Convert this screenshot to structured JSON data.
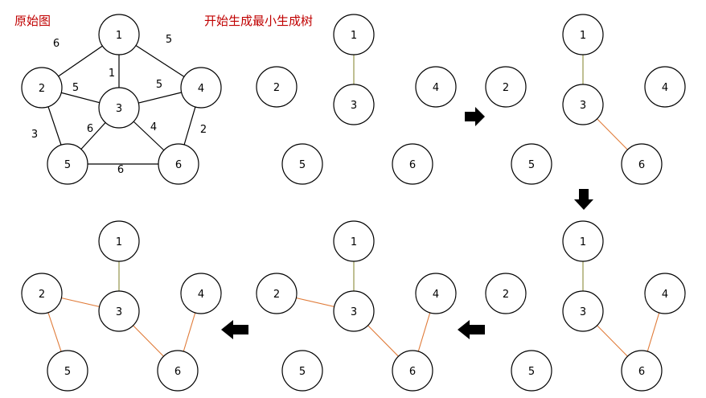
{
  "captions": {
    "original": "原始图",
    "start": "开始生成最小生成树"
  },
  "colors": {
    "edge_original": "#000000",
    "edge_first_step": "#8a8a3a",
    "edge_mst": "#e07b39",
    "arrow": "#000000"
  },
  "original_graph": {
    "nodes": [
      "1",
      "2",
      "3",
      "4",
      "5",
      "6"
    ],
    "edges": [
      {
        "a": "1",
        "b": "2",
        "w": "6"
      },
      {
        "a": "1",
        "b": "3",
        "w": "1"
      },
      {
        "a": "1",
        "b": "4",
        "w": "5"
      },
      {
        "a": "2",
        "b": "3",
        "w": "5"
      },
      {
        "a": "2",
        "b": "5",
        "w": "3"
      },
      {
        "a": "3",
        "b": "4",
        "w": "5"
      },
      {
        "a": "3",
        "b": "5",
        "w": "6"
      },
      {
        "a": "3",
        "b": "6",
        "w": "4"
      },
      {
        "a": "4",
        "b": "6",
        "w": "2"
      },
      {
        "a": "5",
        "b": "6",
        "w": "6"
      }
    ]
  },
  "steps": [
    {
      "step": 1,
      "edges": [
        [
          "1",
          "3"
        ]
      ]
    },
    {
      "step": 2,
      "edges": [
        [
          "1",
          "3"
        ],
        [
          "3",
          "6"
        ]
      ]
    },
    {
      "step": 3,
      "edges": [
        [
          "1",
          "3"
        ],
        [
          "3",
          "6"
        ],
        [
          "4",
          "6"
        ]
      ]
    },
    {
      "step": 4,
      "edges": [
        [
          "1",
          "3"
        ],
        [
          "3",
          "6"
        ],
        [
          "4",
          "6"
        ],
        [
          "2",
          "3"
        ]
      ]
    },
    {
      "step": 5,
      "edges": [
        [
          "1",
          "3"
        ],
        [
          "3",
          "6"
        ],
        [
          "4",
          "6"
        ],
        [
          "2",
          "3"
        ],
        [
          "2",
          "5"
        ]
      ]
    }
  ],
  "arrows": [
    {
      "from_step": 1,
      "to_step": 2,
      "direction": "right"
    },
    {
      "from_step": 2,
      "to_step": 3,
      "direction": "down"
    },
    {
      "from_step": 3,
      "to_step": 4,
      "direction": "left"
    },
    {
      "from_step": 4,
      "to_step": 5,
      "direction": "left"
    }
  ]
}
